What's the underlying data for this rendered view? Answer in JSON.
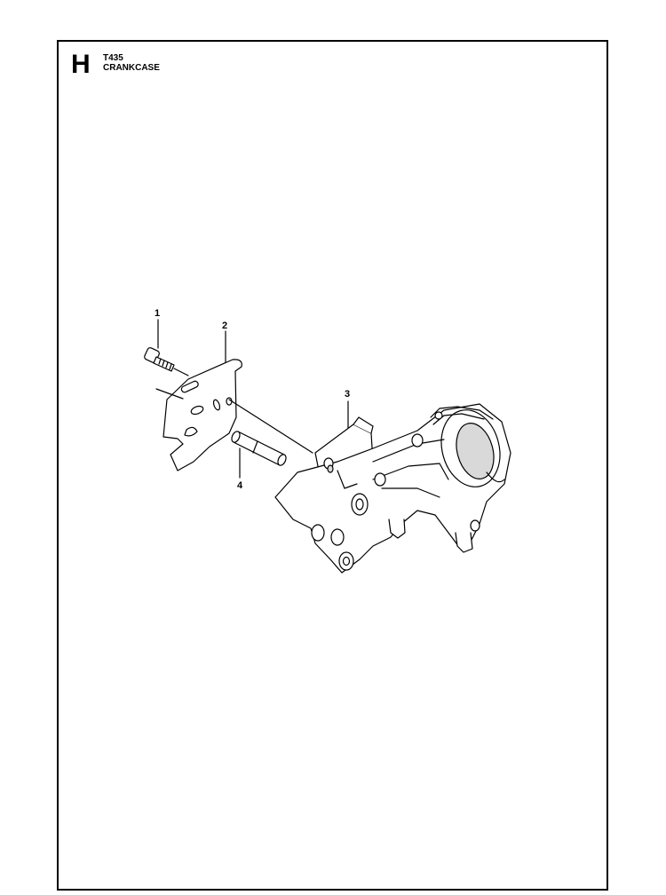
{
  "header": {
    "section_letter": "H",
    "model": "T435",
    "title": "CRANKCASE"
  },
  "callouts": [
    {
      "id": "1",
      "label": "1"
    },
    {
      "id": "2",
      "label": "2"
    },
    {
      "id": "3",
      "label": "3"
    },
    {
      "id": "4",
      "label": "4"
    }
  ],
  "colors": {
    "line": "#000000",
    "fill": "#ffffff",
    "shade": "#d9d9d9"
  }
}
